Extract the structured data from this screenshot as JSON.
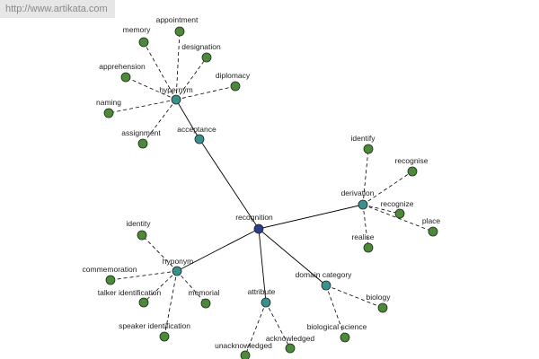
{
  "watermark": "http://www.artikata.com",
  "colors": {
    "center": "#2e3b8c",
    "category": "#3a8f8f",
    "leaf": "#4c8a3a",
    "strong_edge": "#000000",
    "weak_edge": "#000000"
  },
  "nodes": [
    {
      "id": "recognition",
      "label": "recognition",
      "kind": "center"
    },
    {
      "id": "hypernym",
      "label": "hypernym",
      "kind": "category"
    },
    {
      "id": "hyponym",
      "label": "hyponym",
      "kind": "category"
    },
    {
      "id": "derivation",
      "label": "derivation",
      "kind": "category"
    },
    {
      "id": "domain_category",
      "label": "domain category",
      "kind": "category"
    },
    {
      "id": "attribute",
      "label": "attribute",
      "kind": "category"
    },
    {
      "id": "acceptance",
      "label": "acceptance",
      "kind": "category"
    },
    {
      "id": "memory",
      "label": "memory",
      "kind": "leaf"
    },
    {
      "id": "appointment",
      "label": "appointment",
      "kind": "leaf"
    },
    {
      "id": "designation",
      "label": "designation",
      "kind": "leaf"
    },
    {
      "id": "apprehension",
      "label": "apprehension",
      "kind": "leaf"
    },
    {
      "id": "diplomacy",
      "label": "diplomacy",
      "kind": "leaf"
    },
    {
      "id": "naming",
      "label": "naming",
      "kind": "leaf"
    },
    {
      "id": "assignment",
      "label": "assignment",
      "kind": "leaf"
    },
    {
      "id": "identity",
      "label": "identity",
      "kind": "leaf"
    },
    {
      "id": "commemoration",
      "label": "commemoration",
      "kind": "leaf"
    },
    {
      "id": "talker_identification",
      "label": "talker identification",
      "kind": "leaf"
    },
    {
      "id": "memorial",
      "label": "memorial",
      "kind": "leaf"
    },
    {
      "id": "speaker_identification",
      "label": "speaker identification",
      "kind": "leaf"
    },
    {
      "id": "identify",
      "label": "identify",
      "kind": "leaf"
    },
    {
      "id": "recognise",
      "label": "recognise",
      "kind": "leaf"
    },
    {
      "id": "recognize",
      "label": "recognize",
      "kind": "leaf"
    },
    {
      "id": "place",
      "label": "place",
      "kind": "leaf"
    },
    {
      "id": "realise",
      "label": "realise",
      "kind": "leaf"
    },
    {
      "id": "biology",
      "label": "biology",
      "kind": "leaf"
    },
    {
      "id": "biological_science",
      "label": "biological science",
      "kind": "leaf"
    },
    {
      "id": "acknowledged",
      "label": "acknowledged",
      "kind": "leaf"
    },
    {
      "id": "unacknowledged",
      "label": "unacknowledged",
      "kind": "leaf"
    }
  ],
  "edges": [
    {
      "from": "recognition",
      "to": "acceptance",
      "style": "solid"
    },
    {
      "from": "acceptance",
      "to": "hypernym",
      "style": "solid"
    },
    {
      "from": "recognition",
      "to": "derivation",
      "style": "solid"
    },
    {
      "from": "recognition",
      "to": "hyponym",
      "style": "solid"
    },
    {
      "from": "recognition",
      "to": "domain_category",
      "style": "solid"
    },
    {
      "from": "recognition",
      "to": "attribute",
      "style": "solid"
    },
    {
      "from": "hypernym",
      "to": "memory",
      "style": "dashed"
    },
    {
      "from": "hypernym",
      "to": "appointment",
      "style": "dashed"
    },
    {
      "from": "hypernym",
      "to": "designation",
      "style": "dashed"
    },
    {
      "from": "hypernym",
      "to": "apprehension",
      "style": "dashed"
    },
    {
      "from": "hypernym",
      "to": "diplomacy",
      "style": "dashed"
    },
    {
      "from": "hypernym",
      "to": "naming",
      "style": "dashed"
    },
    {
      "from": "hypernym",
      "to": "assignment",
      "style": "dashed"
    },
    {
      "from": "hyponym",
      "to": "identity",
      "style": "dashed"
    },
    {
      "from": "hyponym",
      "to": "commemoration",
      "style": "dashed"
    },
    {
      "from": "hyponym",
      "to": "talker_identification",
      "style": "dashed"
    },
    {
      "from": "hyponym",
      "to": "memorial",
      "style": "dashed"
    },
    {
      "from": "hyponym",
      "to": "speaker_identification",
      "style": "dashed"
    },
    {
      "from": "derivation",
      "to": "identify",
      "style": "dashed"
    },
    {
      "from": "derivation",
      "to": "recognise",
      "style": "dashed"
    },
    {
      "from": "derivation",
      "to": "recognize",
      "style": "dashed"
    },
    {
      "from": "derivation",
      "to": "place",
      "style": "dashed"
    },
    {
      "from": "derivation",
      "to": "realise",
      "style": "dashed"
    },
    {
      "from": "domain_category",
      "to": "biology",
      "style": "dashed"
    },
    {
      "from": "domain_category",
      "to": "biological_science",
      "style": "dashed"
    },
    {
      "from": "attribute",
      "to": "acknowledged",
      "style": "dashed"
    },
    {
      "from": "attribute",
      "to": "unacknowledged",
      "style": "dashed"
    }
  ]
}
